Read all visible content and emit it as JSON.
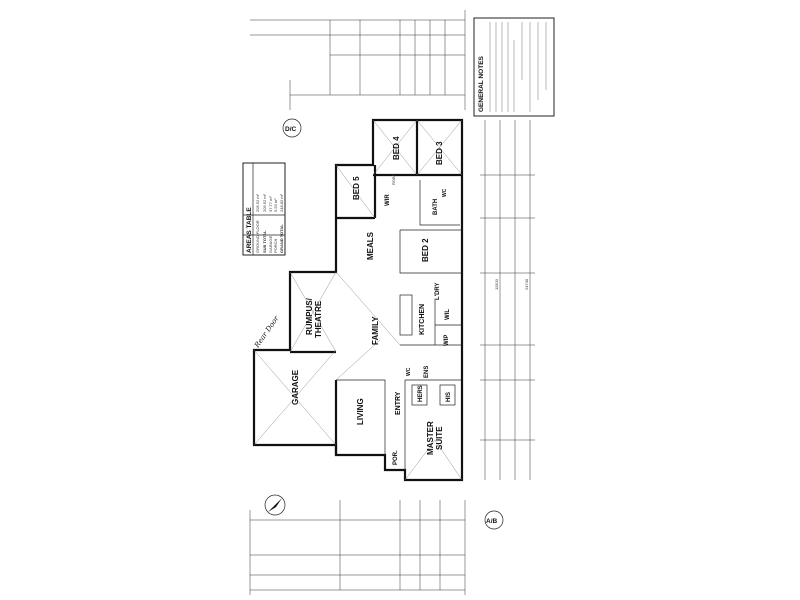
{
  "plan": {
    "rooms": {
      "bed4": "BED 4",
      "bed3": "BED 3",
      "bed5": "BED 5",
      "wir": "WIR",
      "bath": "BATH",
      "wc1": "WC",
      "bed2": "BED 2",
      "meals": "MEALS",
      "ldry": "L'DRY",
      "kitchen": "KITCHEN",
      "wil": "WIL",
      "wip": "WIP",
      "rumpus": "RUMPUS/",
      "theatre": "THEATRE",
      "family": "FAMILY",
      "ens": "ENS",
      "wc2": "WC",
      "garage": "GARAGE",
      "hers": "HERS",
      "his": "HIS",
      "living": "LIVING",
      "entry": "ENTRY",
      "por": "POR.",
      "master": "MASTER",
      "suite": "SUITE",
      "robe": "ROBE"
    },
    "annotation": "Rear Door",
    "section_marker_top": "D/C",
    "section_marker_bottom": "A/B",
    "side_dim_total": "11500",
    "overall_dim": "24740"
  },
  "areas_table": {
    "title": "AREAS TABLE",
    "rows": [
      {
        "label": "GROUND FLOOR",
        "value": "205.52 m²"
      },
      {
        "label": "SUB TOTAL",
        "value": "205.52 m²"
      },
      {
        "label": "GARAGE",
        "value": "37.77 m²"
      },
      {
        "label": "PORCH",
        "value": "5.53 m²"
      },
      {
        "label": "GRAND TOTAL",
        "value": "248.82 m²"
      }
    ]
  },
  "general_notes": {
    "title": "GENERAL NOTES"
  },
  "colors": {
    "ink": "#111111",
    "paper": "#ffffff"
  }
}
